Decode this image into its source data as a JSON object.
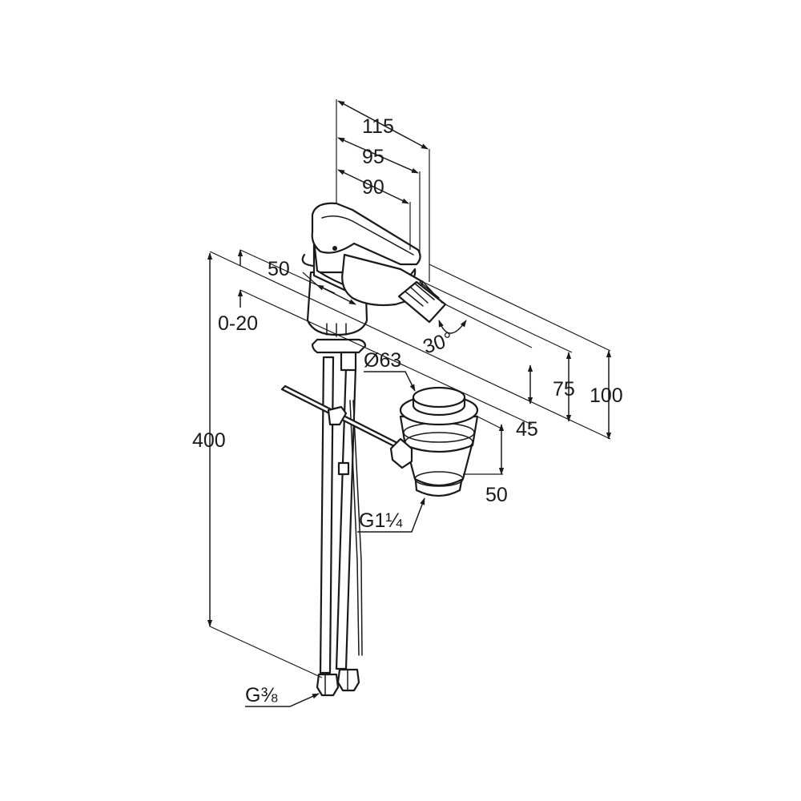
{
  "dimensions": {
    "d115": "115",
    "d95": "95",
    "d90": "90",
    "d50_top": "50",
    "d0_20": "0-20",
    "d400": "400",
    "d30deg": "30°",
    "d63": "Ø63",
    "d100": "100",
    "d75": "75",
    "d45": "45",
    "d50_waste": "50",
    "g1_1_4": "G1¼",
    "g3_8": "G⅜"
  },
  "colors": {
    "line": "#1a1a1a",
    "background": "#ffffff"
  }
}
